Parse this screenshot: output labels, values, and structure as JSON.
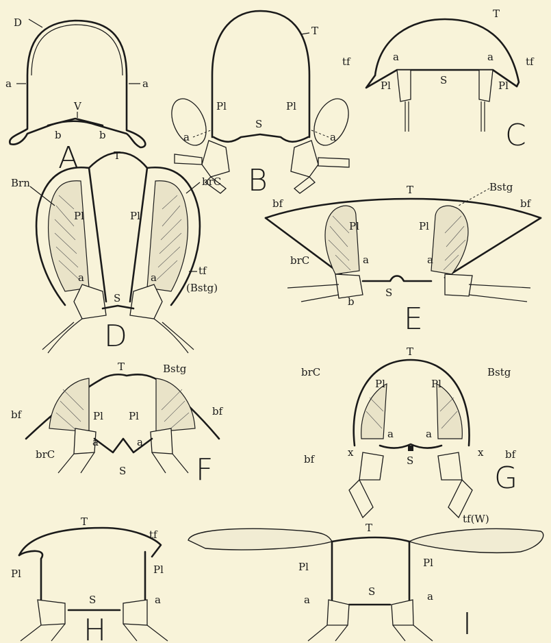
{
  "panels": [
    {
      "letter": "A",
      "labels": [
        "D",
        "a",
        "a",
        "V",
        "b",
        "b"
      ]
    },
    {
      "letter": "B",
      "labels": [
        "T",
        "Pl",
        "Pl",
        "a",
        "a",
        "S"
      ]
    },
    {
      "letter": "C",
      "labels": [
        "T",
        "tf",
        "tf",
        "a",
        "a",
        "Pl",
        "Pl",
        "S"
      ]
    },
    {
      "letter": "D",
      "labels": [
        "T",
        "Brn",
        "brC",
        "Pl",
        "Pl",
        "a",
        "a",
        "tf",
        "(Bstg)",
        "S"
      ]
    },
    {
      "letter": "E",
      "labels": [
        "T",
        "Bstg",
        "bf",
        "bf",
        "Pl",
        "Pl",
        "brC",
        "a",
        "a",
        "S",
        "b"
      ]
    },
    {
      "letter": "F",
      "labels": [
        "T",
        "Bstg",
        "bf",
        "bf",
        "Pl",
        "Pl",
        "brC",
        "a",
        "a",
        "S"
      ]
    },
    {
      "letter": "G",
      "labels": [
        "T",
        "Bstg",
        "brC",
        "Pl",
        "Pl",
        "a",
        "a",
        "bf",
        "bf",
        "x",
        "x",
        "S"
      ]
    },
    {
      "letter": "H",
      "labels": [
        "T",
        "tf",
        "Pl",
        "Pl",
        "S",
        "a"
      ]
    },
    {
      "letter": "I",
      "labels": [
        "T",
        "tf(W)",
        "Pl",
        "Pl",
        "a",
        "a",
        "S"
      ]
    }
  ]
}
